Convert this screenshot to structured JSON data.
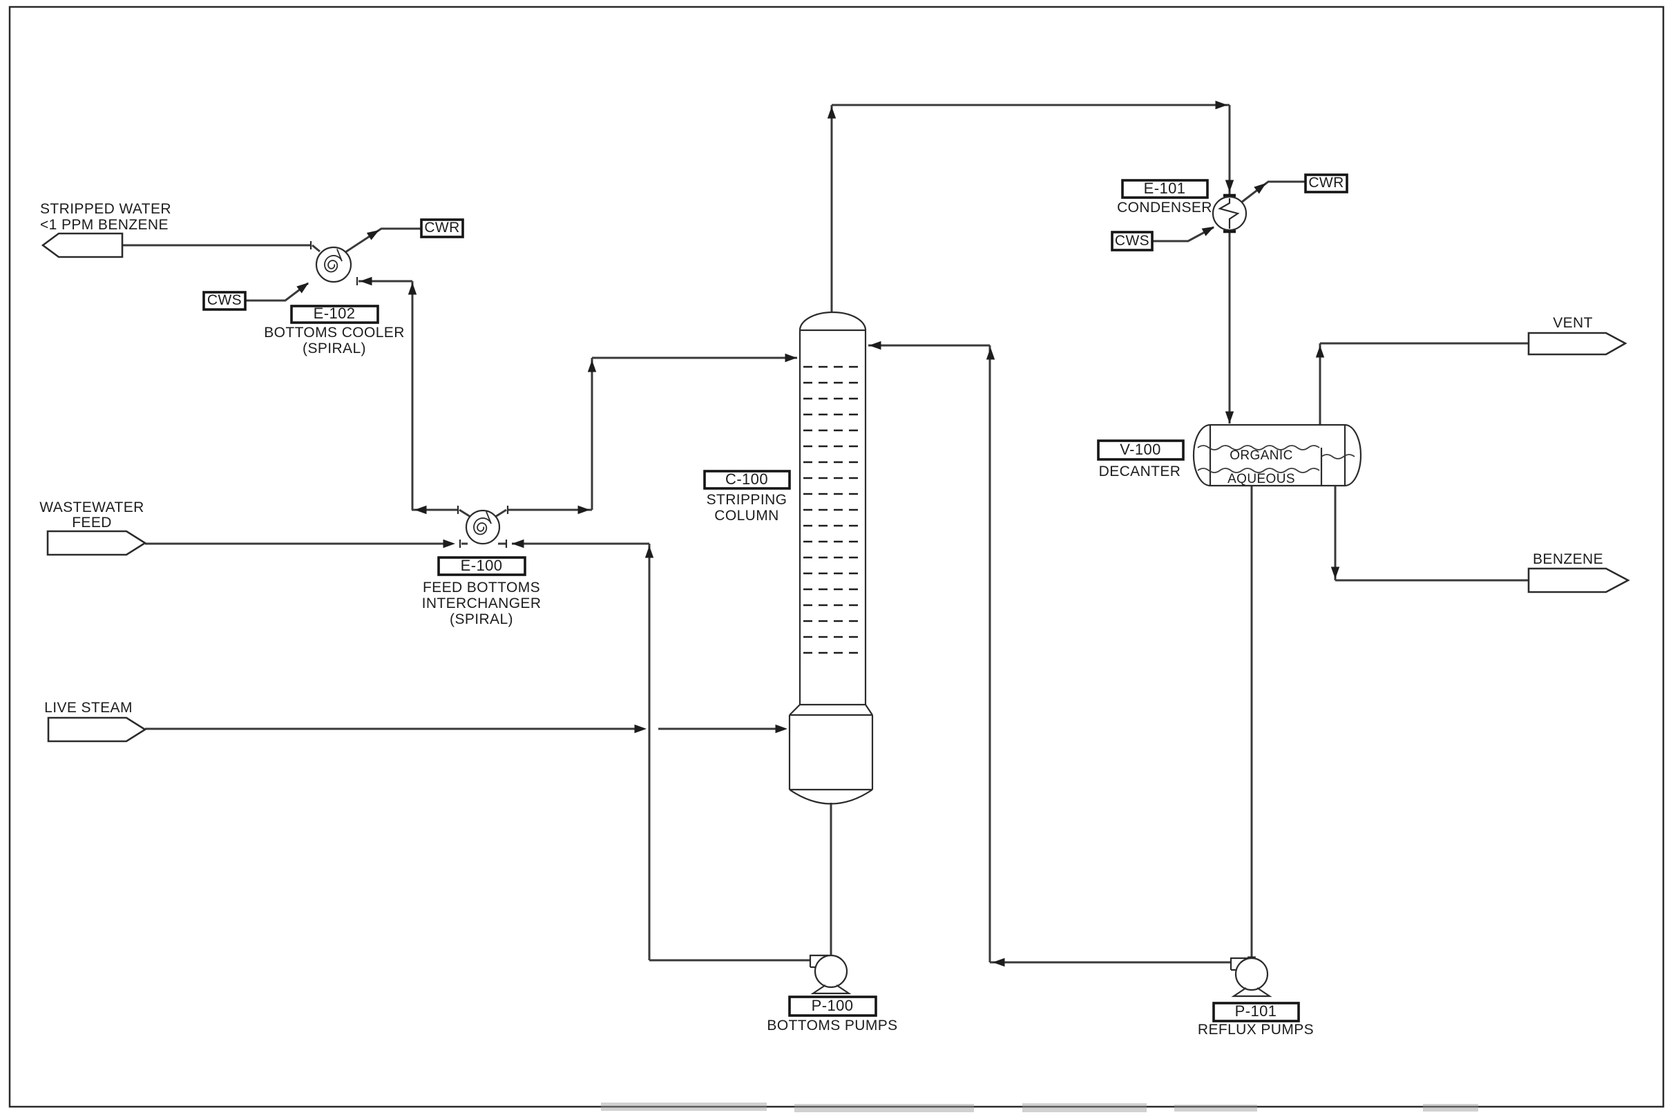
{
  "diagram": {
    "colors": {
      "ink": "#1d1d1d",
      "line": "#3a3a3a",
      "paper": "#ffffff"
    },
    "streams": {
      "stripped_water": {
        "line1": "STRIPPED WATER",
        "line2": "<1 PPM BENZENE"
      },
      "wastewater": {
        "line1": "WASTEWATER",
        "line2": "FEED"
      },
      "live_steam": {
        "label": "LIVE STEAM"
      },
      "vent": {
        "label": "VENT"
      },
      "benzene": {
        "label": "BENZENE"
      }
    },
    "utilities": {
      "cws": "CWS",
      "cwr": "CWR"
    },
    "equipment": {
      "e100": {
        "tag": "E-100",
        "name1": "FEED BOTTOMS",
        "name2": "INTERCHANGER",
        "name3": "(SPIRAL)"
      },
      "e101": {
        "tag": "E-101",
        "name1": "CONDENSER"
      },
      "e102": {
        "tag": "E-102",
        "name1": "BOTTOMS COOLER",
        "name2": "(SPIRAL)"
      },
      "c100": {
        "tag": "C-100",
        "name1": "STRIPPING",
        "name2": "COLUMN"
      },
      "v100": {
        "tag": "V-100",
        "name1": "DECANTER"
      },
      "p100": {
        "tag": "P-100",
        "name1": "BOTTOMS PUMPS"
      },
      "p101": {
        "tag": "P-101",
        "name1": "REFLUX PUMPS"
      }
    },
    "decanter": {
      "top_layer": "ORGANIC",
      "bottom_layer": "AQUEOUS"
    }
  }
}
